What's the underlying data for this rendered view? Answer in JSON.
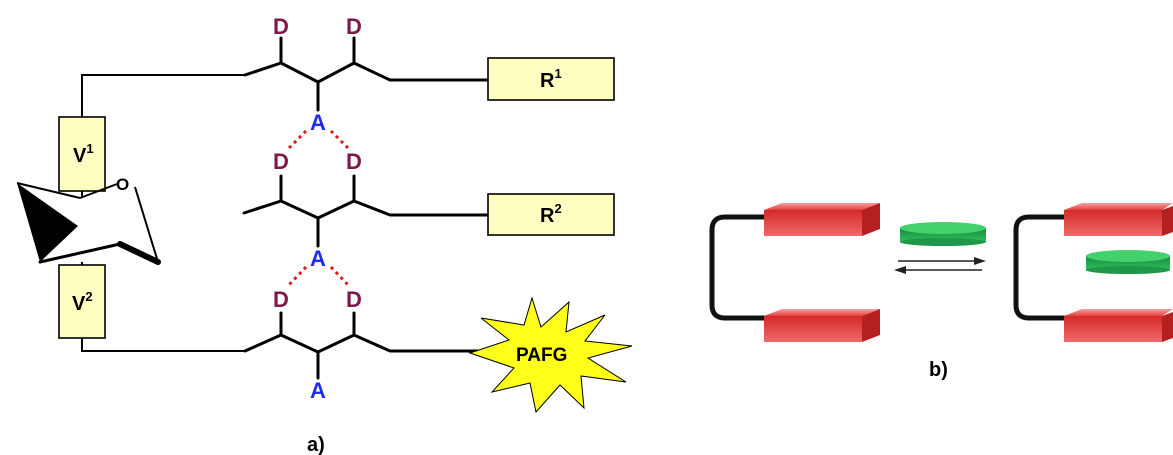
{
  "panel_a": {
    "caption": "a)",
    "donor_label": "D",
    "acceptor_label": "A",
    "sugar_ring_oxygen": "O",
    "boxes": {
      "v1": {
        "base": "V",
        "sup": "1"
      },
      "v2": {
        "base": "V",
        "sup": "2"
      },
      "r1": {
        "base": "R",
        "sup": "1"
      },
      "r2": {
        "base": "R",
        "sup": "2"
      }
    },
    "star_label": "PAFG",
    "colors": {
      "donor": "#7b1a4a",
      "acceptor": "#1f2ee8",
      "hydrogen_bond": "#e01818",
      "box_fill": "#ffffc2",
      "star_fill": "#ffff1a"
    }
  },
  "panel_b": {
    "caption": "b)",
    "colors": {
      "host_plate": "#e03a3a",
      "guest_disk": "#1ea04a"
    }
  }
}
